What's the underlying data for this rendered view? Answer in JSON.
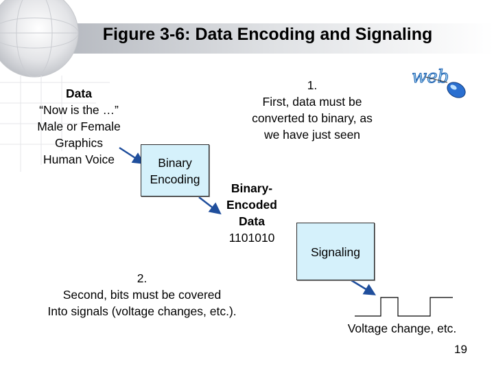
{
  "slide": {
    "title": "Figure 3-6: Data Encoding and Signaling",
    "page_number": "19"
  },
  "data_source": {
    "heading": "Data",
    "lines": [
      "“Now is the …”",
      "Male or Female",
      "Graphics",
      "Human Voice"
    ]
  },
  "step1": {
    "number": "1.",
    "lines": [
      "First, data must be",
      "converted to binary, as",
      "we have just seen"
    ]
  },
  "binary_encoding_box": {
    "lines": [
      "Binary",
      "Encoding"
    ]
  },
  "binary_encoded_data": {
    "lines": [
      "Binary-",
      "Encoded",
      "Data"
    ],
    "value": "1101010"
  },
  "signaling_box": {
    "label": "Signaling"
  },
  "step2": {
    "number": "2.",
    "lines": [
      "Second, bits must be covered",
      "Into signals (voltage changes, etc.)."
    ]
  },
  "voltage_caption": "Voltage change, etc.",
  "logo": {
    "text": "web",
    "icon": "mouse-icon"
  },
  "colors": {
    "box_fill": "#d5f1fb",
    "arrow": "#1f4e9c",
    "header_gradient": "#c9ccd2"
  }
}
